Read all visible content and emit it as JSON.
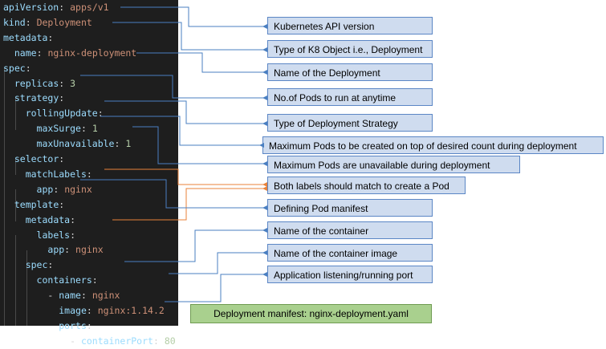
{
  "code": {
    "lines": [
      {
        "key": "apiVersion",
        "value": "apps/v1",
        "indent": "",
        "type": "str",
        "dash": false
      },
      {
        "key": "kind",
        "value": "Deployment",
        "indent": "",
        "type": "str",
        "dash": false
      },
      {
        "key": "metadata",
        "value": "",
        "indent": "",
        "type": "",
        "dash": false
      },
      {
        "key": "name",
        "value": "nginx-deployment",
        "indent": "  ",
        "type": "str",
        "dash": false
      },
      {
        "key": "spec",
        "value": "",
        "indent": "",
        "type": "",
        "dash": false
      },
      {
        "key": "replicas",
        "value": "3",
        "indent": "  ",
        "type": "num",
        "dash": false
      },
      {
        "key": "strategy",
        "value": "",
        "indent": "  ",
        "type": "",
        "dash": false
      },
      {
        "key": "rollingUpdate",
        "value": "",
        "indent": "    ",
        "type": "",
        "dash": false
      },
      {
        "key": "maxSurge",
        "value": "1",
        "indent": "      ",
        "type": "num",
        "dash": false
      },
      {
        "key": "maxUnavailable",
        "value": "1",
        "indent": "      ",
        "type": "num",
        "dash": false
      },
      {
        "key": "selector",
        "value": "",
        "indent": "  ",
        "type": "",
        "dash": false
      },
      {
        "key": "matchLabels",
        "value": "",
        "indent": "    ",
        "type": "",
        "dash": false
      },
      {
        "key": "app",
        "value": "nginx",
        "indent": "      ",
        "type": "str",
        "dash": false
      },
      {
        "key": "template",
        "value": "",
        "indent": "  ",
        "type": "",
        "dash": false
      },
      {
        "key": "metadata",
        "value": "",
        "indent": "    ",
        "type": "",
        "dash": false
      },
      {
        "key": "labels",
        "value": "",
        "indent": "      ",
        "type": "",
        "dash": false
      },
      {
        "key": "app",
        "value": "nginx",
        "indent": "        ",
        "type": "str",
        "dash": false
      },
      {
        "key": "spec",
        "value": "",
        "indent": "    ",
        "type": "",
        "dash": false
      },
      {
        "key": "containers",
        "value": "",
        "indent": "      ",
        "type": "",
        "dash": false
      },
      {
        "key": "name",
        "value": "nginx",
        "indent": "        ",
        "type": "str",
        "dash": true
      },
      {
        "key": "image",
        "value": "nginx:1.14.2",
        "indent": "          ",
        "type": "str",
        "dash": false
      },
      {
        "key": "ports",
        "value": "",
        "indent": "          ",
        "type": "",
        "dash": false
      },
      {
        "key": "containerPort",
        "value": "80",
        "indent": "            ",
        "type": "num",
        "dash": true
      }
    ]
  },
  "annotations": [
    {
      "text": "Kubernetes API version"
    },
    {
      "text": "Type of K8 Object i.e., Deployment"
    },
    {
      "text": "Name of the Deployment"
    },
    {
      "text": "No.of Pods to run at anytime"
    },
    {
      "text": "Type of Deployment Strategy"
    },
    {
      "text": "Maximum Pods to be created on top of desired count during deployment"
    },
    {
      "text": "Maximum Pods are unavailable during deployment"
    },
    {
      "text": "Both labels should match to create a Pod"
    },
    {
      "text": "Defining Pod manifest"
    },
    {
      "text": "Name of the container"
    },
    {
      "text": "Name of the container image"
    },
    {
      "text": "Application listening/running port"
    }
  ],
  "footer": {
    "text": "Deployment manifest: nginx-deployment.yaml"
  },
  "colors": {
    "code_background": "#1e1e1e",
    "key": "#9cdcfe",
    "string_value": "#ce9178",
    "number_value": "#b5cea8",
    "annotation_fill": "#cfdcef",
    "annotation_border": "#5b86c5",
    "connector_blue": "#4a7fc1",
    "connector_orange": "#e8823a",
    "footer_fill": "#a9d08e"
  }
}
